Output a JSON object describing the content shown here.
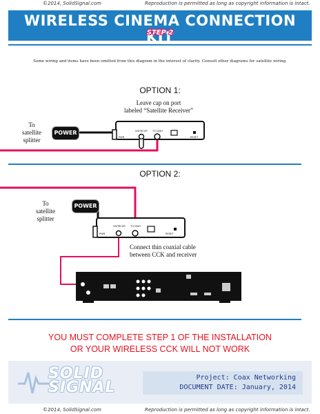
{
  "copyright": {
    "owner": "©2014, SolidSignal.com",
    "notice": "Reproduction is permitted as long as copyright information is intact."
  },
  "header": {
    "title": "WIRELESS CINEMA CONNECTION KIT",
    "step": "STEP 2"
  },
  "disclaimer": "Some wiring and items  have been omitted from this diagram in the interest of clarity. Consult other diagrams for satellite wiring.",
  "option1": {
    "title": "OPTION 1:",
    "note_line1": "Leave cap on port",
    "note_line2": "labeled “Satellite Receiver”",
    "splitter_line1": "To",
    "splitter_line2": "satellite",
    "splitter_line3": "splitter",
    "power_label": "POWER",
    "device_ports": {
      "sat": "SAT/RCVR",
      "dish": "TO DISH",
      "pwr": "PWR",
      "reset": "RESET"
    }
  },
  "option2": {
    "title": "OPTION 2:",
    "splitter_line1": "To",
    "splitter_line2": "satellite",
    "splitter_line3": "splitter",
    "power_label": "POWER",
    "note_line1": "Connect thin coaxial cable",
    "note_line2": "between CCK and receiver",
    "device_ports": {
      "sat": "SAT/RCVR",
      "dish": "TO DISH",
      "pwr": "PWR",
      "reset": "RESET"
    }
  },
  "warning": {
    "line1": "YOU MUST COMPLETE STEP 1 OF THE INSTALLATION",
    "line2": "OR YOUR WIRELESS CCK WILL NOT WORK"
  },
  "footer": {
    "logo_line1": "SOLID",
    "logo_line2": "SIGNAL",
    "project": "Project: Coax Networking",
    "date": "DOCUMENT DATE: January, 2014"
  },
  "colors": {
    "brand_blue": "#1f7fc2",
    "cable_pink": "#e0105e",
    "warning_red": "#e3121e"
  }
}
